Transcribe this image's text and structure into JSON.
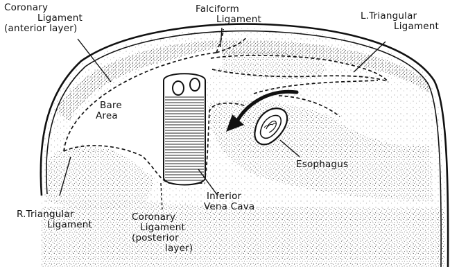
{
  "labels": {
    "coronary_anterior": [
      "Coronary",
      "Ligament",
      "(anterior layer)"
    ],
    "falciform": [
      "Falciform",
      "Ligament"
    ],
    "l_triangular": [
      "L.Triangular",
      "Ligament"
    ],
    "bare_area": [
      "Bare",
      "Area"
    ],
    "esophagus": [
      "Esophagus"
    ],
    "ivc": [
      "Inferior",
      "Vena Cava"
    ],
    "r_triangular": [
      "R.Triangular",
      "Ligament"
    ],
    "coronary_posterior": [
      "Coronary",
      "Ligament",
      "(posterior",
      "layer)"
    ]
  },
  "colors": {
    "ink": "#111111",
    "stipple": "#3a3a3a",
    "paper": "#ffffff"
  }
}
